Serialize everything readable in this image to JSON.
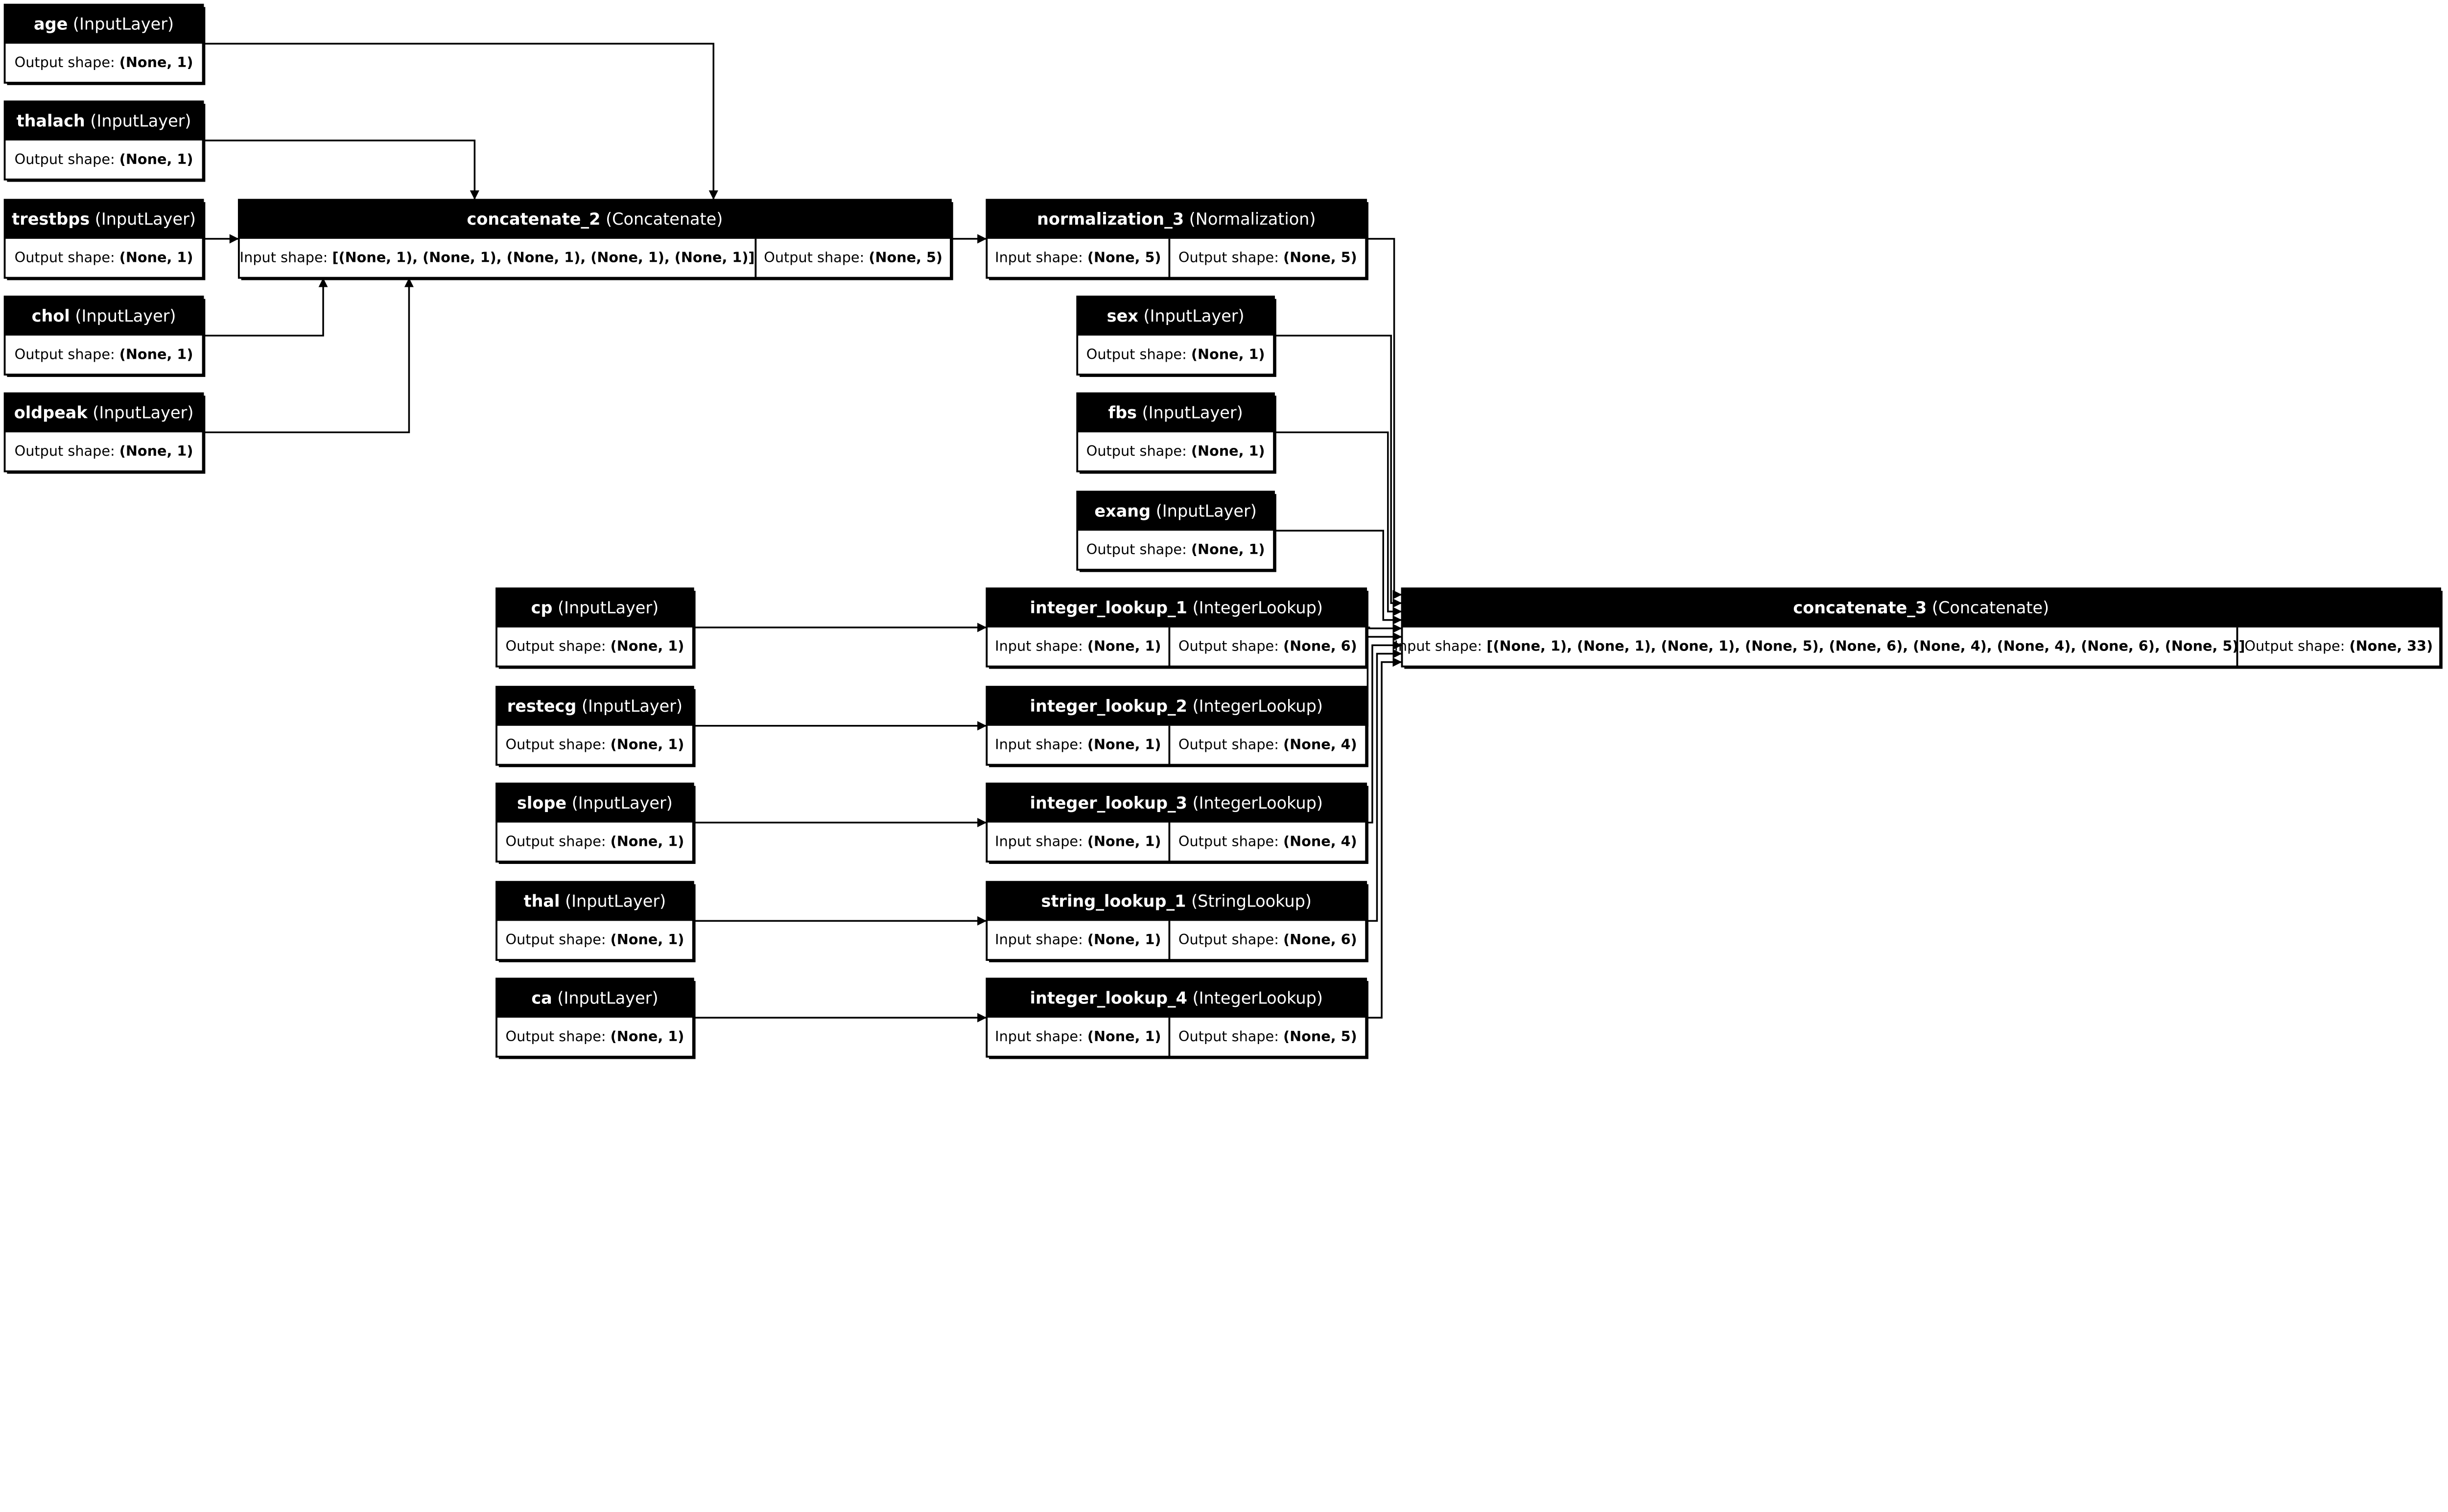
{
  "colors": {
    "header": "#000000",
    "body": "#ffffff",
    "edge": "#000000"
  },
  "labels": {
    "input_shape": "Input shape: ",
    "output_shape": "Output shape: "
  },
  "nodes": [
    {
      "id": "age",
      "name": "age",
      "type": "(InputLayer)",
      "output": "(None, 1)"
    },
    {
      "id": "thalach",
      "name": "thalach",
      "type": "(InputLayer)",
      "output": "(None, 1)"
    },
    {
      "id": "trestbps",
      "name": "trestbps",
      "type": "(InputLayer)",
      "output": "(None, 1)"
    },
    {
      "id": "chol",
      "name": "chol",
      "type": "(InputLayer)",
      "output": "(None, 1)"
    },
    {
      "id": "oldpeak",
      "name": "oldpeak",
      "type": "(InputLayer)",
      "output": "(None, 1)"
    },
    {
      "id": "concatenate_2",
      "name": "concatenate_2",
      "type": "(Concatenate)",
      "input": "[(None, 1), (None, 1), (None, 1), (None, 1), (None, 1)]",
      "output": "(None, 5)"
    },
    {
      "id": "normalization_3",
      "name": "normalization_3",
      "type": "(Normalization)",
      "input": "(None, 5)",
      "output": "(None, 5)"
    },
    {
      "id": "sex",
      "name": "sex",
      "type": "(InputLayer)",
      "output": "(None, 1)"
    },
    {
      "id": "fbs",
      "name": "fbs",
      "type": "(InputLayer)",
      "output": "(None, 1)"
    },
    {
      "id": "exang",
      "name": "exang",
      "type": "(InputLayer)",
      "output": "(None, 1)"
    },
    {
      "id": "cp",
      "name": "cp",
      "type": "(InputLayer)",
      "output": "(None, 1)"
    },
    {
      "id": "restecg",
      "name": "restecg",
      "type": "(InputLayer)",
      "output": "(None, 1)"
    },
    {
      "id": "slope",
      "name": "slope",
      "type": "(InputLayer)",
      "output": "(None, 1)"
    },
    {
      "id": "thal",
      "name": "thal",
      "type": "(InputLayer)",
      "output": "(None, 1)"
    },
    {
      "id": "ca",
      "name": "ca",
      "type": "(InputLayer)",
      "output": "(None, 1)"
    },
    {
      "id": "integer_lookup_1",
      "name": "integer_lookup_1",
      "type": "(IntegerLookup)",
      "input": "(None, 1)",
      "output": "(None, 6)"
    },
    {
      "id": "integer_lookup_2",
      "name": "integer_lookup_2",
      "type": "(IntegerLookup)",
      "input": "(None, 1)",
      "output": "(None, 4)"
    },
    {
      "id": "integer_lookup_3",
      "name": "integer_lookup_3",
      "type": "(IntegerLookup)",
      "input": "(None, 1)",
      "output": "(None, 4)"
    },
    {
      "id": "string_lookup_1",
      "name": "string_lookup_1",
      "type": "(StringLookup)",
      "input": "(None, 1)",
      "output": "(None, 6)"
    },
    {
      "id": "integer_lookup_4",
      "name": "integer_lookup_4",
      "type": "(IntegerLookup)",
      "input": "(None, 1)",
      "output": "(None, 5)"
    },
    {
      "id": "concatenate_3",
      "name": "concatenate_3",
      "type": "(Concatenate)",
      "input": "[(None, 1), (None, 1), (None, 1), (None, 5), (None, 6), (None, 4), (None, 4), (None, 6), (None, 5)]",
      "output": "(None, 33)"
    }
  ],
  "edges": [
    [
      "age",
      "concatenate_2"
    ],
    [
      "thalach",
      "concatenate_2"
    ],
    [
      "trestbps",
      "concatenate_2"
    ],
    [
      "chol",
      "concatenate_2"
    ],
    [
      "oldpeak",
      "concatenate_2"
    ],
    [
      "concatenate_2",
      "normalization_3"
    ],
    [
      "cp",
      "integer_lookup_1"
    ],
    [
      "restecg",
      "integer_lookup_2"
    ],
    [
      "slope",
      "integer_lookup_3"
    ],
    [
      "thal",
      "string_lookup_1"
    ],
    [
      "ca",
      "integer_lookup_4"
    ],
    [
      "normalization_3",
      "concatenate_3"
    ],
    [
      "sex",
      "concatenate_3"
    ],
    [
      "fbs",
      "concatenate_3"
    ],
    [
      "exang",
      "concatenate_3"
    ],
    [
      "integer_lookup_1",
      "concatenate_3"
    ],
    [
      "integer_lookup_2",
      "concatenate_3"
    ],
    [
      "integer_lookup_3",
      "concatenate_3"
    ],
    [
      "string_lookup_1",
      "concatenate_3"
    ],
    [
      "integer_lookup_4",
      "concatenate_3"
    ]
  ]
}
